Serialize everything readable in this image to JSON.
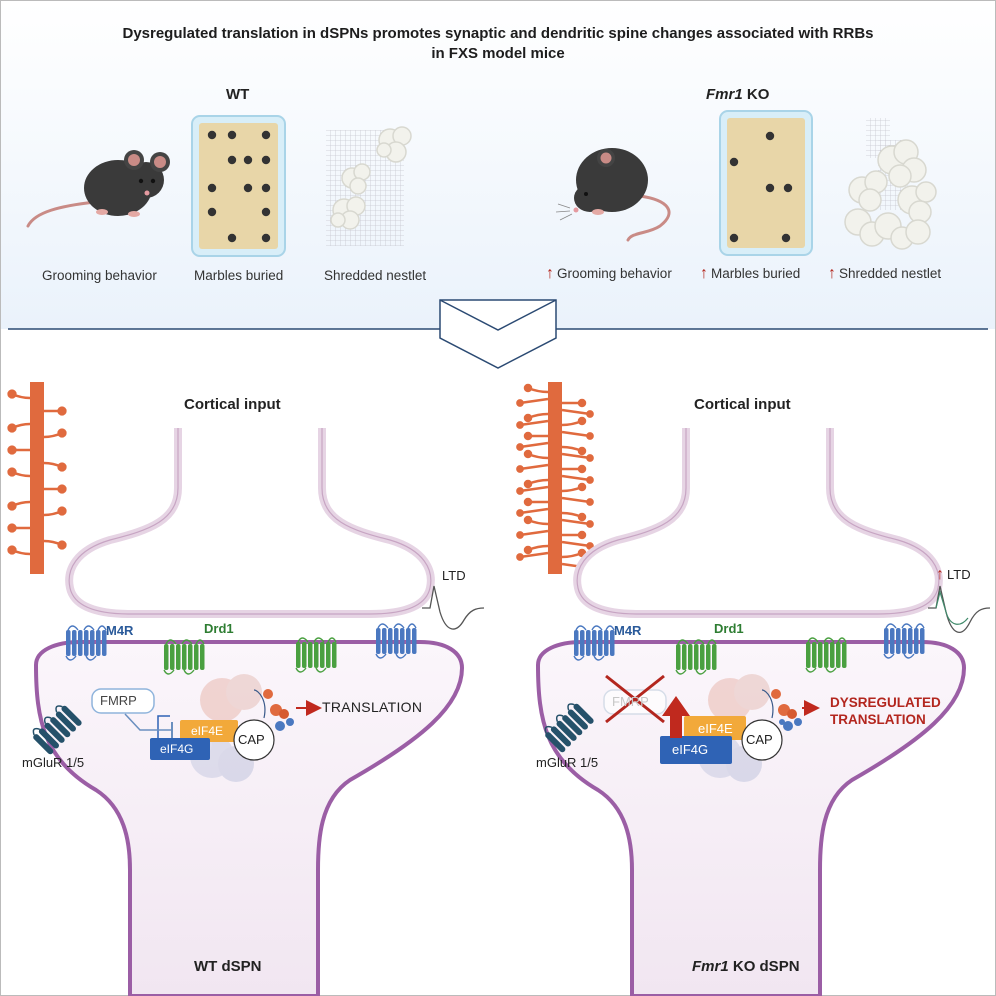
{
  "title": {
    "line1": "Dysregulated translation in dSPNs promotes synaptic and dendritic spine changes associated with RRBs",
    "line2": "in FXS model mice"
  },
  "top": {
    "wt_label": "WT",
    "ko_label_italic": "Fmr1",
    "ko_label_rest": " KO",
    "wt_behaviors": [
      "Grooming behavior",
      "Marbles buried",
      "Shredded nestlet"
    ],
    "ko_behaviors": [
      "Grooming behavior",
      "Marbles buried",
      "Shredded nestlet"
    ],
    "up_arrow": "↑"
  },
  "bottom": {
    "cortical_input": "Cortical input",
    "ltd": "LTD",
    "m4r": "M4R",
    "drd1": "Drd1",
    "mglur": "mGluR 1/5",
    "fmrp": "FMRP",
    "eif4e": "eIF4E",
    "eif4g": "eIF4G",
    "cap": "CAP",
    "translation": "TRANSLATION",
    "dys_line1": "DYSREGULATED",
    "dys_line2": "TRANSLATION",
    "wt_footer": "WT dSPN",
    "ko_footer_italic": "Fmr1",
    "ko_footer_rest": " KO dSPN"
  },
  "colors": {
    "mouse": "#3a3a3a",
    "tray": "#e8d6a8",
    "tray_border": "#a9d4e8",
    "marble": "#333333",
    "dendrite": "#e06a3e",
    "membrane": "#9b5ea5",
    "cell_fill": "#f3e9f2",
    "m4r": "#4a78c0",
    "drd1": "#4aa040",
    "mglur": "#25516a",
    "eif4e": "#f2a93a",
    "eif4g": "#2f63b5",
    "red": "#c0291e",
    "divider": "#2b4a73"
  }
}
